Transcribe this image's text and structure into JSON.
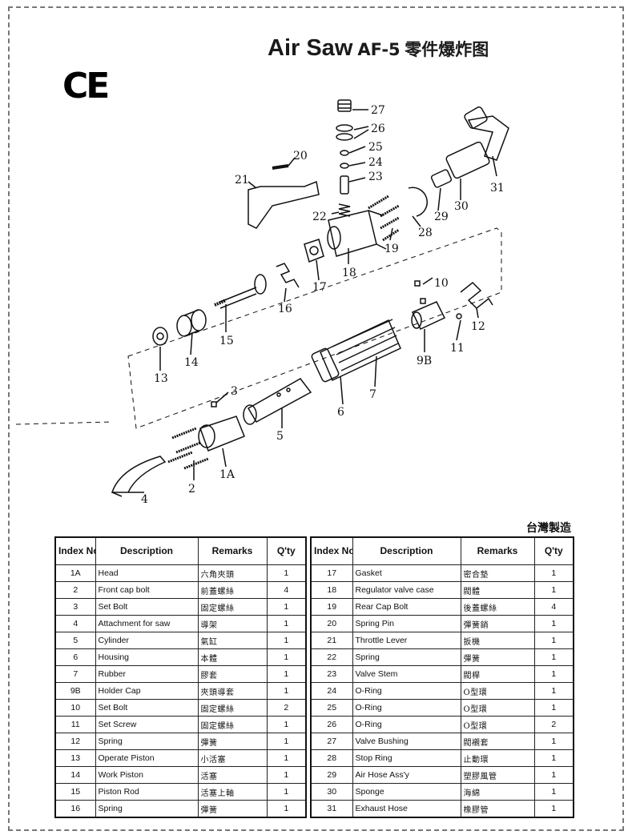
{
  "title": {
    "main": "Air Saw",
    "model": "AF-5",
    "cn": "零件爆炸图"
  },
  "ce_mark": "CE",
  "made_in": "台灣製造",
  "diagram": {
    "labels": [
      "27",
      "26",
      "25",
      "24",
      "23",
      "20",
      "21",
      "22",
      "28",
      "29",
      "30",
      "31",
      "19",
      "18",
      "17",
      "16",
      "15",
      "14",
      "13",
      "10",
      "12",
      "9B",
      "11",
      "7",
      "6",
      "5",
      "3",
      "1A",
      "2",
      "4"
    ]
  },
  "table": {
    "headers": {
      "index": "Index No.",
      "description": "Description",
      "remarks": "Remarks",
      "qty": "Q'ty"
    },
    "left_rows": [
      {
        "index": "1A",
        "description": "Head",
        "remarks": "六角夾頭",
        "qty": "1"
      },
      {
        "index": "2",
        "description": "Front cap bolt",
        "remarks": "前蓋螺絲",
        "qty": "4"
      },
      {
        "index": "3",
        "description": "Set Bolt",
        "remarks": "固定螺絲",
        "qty": "1"
      },
      {
        "index": "4",
        "description": "Attachment for saw",
        "remarks": "導架",
        "qty": "1"
      },
      {
        "index": "5",
        "description": "Cylinder",
        "remarks": "氣缸",
        "qty": "1"
      },
      {
        "index": "6",
        "description": "Housing",
        "remarks": "本體",
        "qty": "1"
      },
      {
        "index": "7",
        "description": "Rubber",
        "remarks": "膠套",
        "qty": "1"
      },
      {
        "index": "9B",
        "description": "Holder Cap",
        "remarks": "夾頭導套",
        "qty": "1"
      },
      {
        "index": "10",
        "description": "Set Bolt",
        "remarks": "固定螺絲",
        "qty": "2"
      },
      {
        "index": "11",
        "description": "Set Screw",
        "remarks": "固定螺絲",
        "qty": "1"
      },
      {
        "index": "12",
        "description": "Spring",
        "remarks": "彈簧",
        "qty": "1"
      },
      {
        "index": "13",
        "description": "Operate Piston",
        "remarks": "小活塞",
        "qty": "1"
      },
      {
        "index": "14",
        "description": "Work Piston",
        "remarks": "活塞",
        "qty": "1"
      },
      {
        "index": "15",
        "description": "Piston Rod",
        "remarks": "活塞上軸",
        "qty": "1"
      },
      {
        "index": "16",
        "description": "Spring",
        "remarks": "彈簧",
        "qty": "1"
      }
    ],
    "right_rows": [
      {
        "index": "17",
        "description": "Gasket",
        "remarks": "密合墊",
        "qty": "1"
      },
      {
        "index": "18",
        "description": "Regulator valve case",
        "remarks": "閥體",
        "qty": "1"
      },
      {
        "index": "19",
        "description": "Rear Cap Bolt",
        "remarks": "後蓋螺絲",
        "qty": "4"
      },
      {
        "index": "20",
        "description": "Spring Pin",
        "remarks": "彈簧銷",
        "qty": "1"
      },
      {
        "index": "21",
        "description": "Throttle Lever",
        "remarks": "扳機",
        "qty": "1"
      },
      {
        "index": "22",
        "description": "Spring",
        "remarks": "彈簧",
        "qty": "1"
      },
      {
        "index": "23",
        "description": "Valve Stem",
        "remarks": "閥桿",
        "qty": "1"
      },
      {
        "index": "24",
        "description": "O-Ring",
        "remarks": "O型環",
        "qty": "1"
      },
      {
        "index": "25",
        "description": "O-Ring",
        "remarks": "O型環",
        "qty": "1"
      },
      {
        "index": "26",
        "description": "O-Ring",
        "remarks": "O型環",
        "qty": "2"
      },
      {
        "index": "27",
        "description": "Valve Bushing",
        "remarks": "閥襯套",
        "qty": "1"
      },
      {
        "index": "28",
        "description": "Stop Ring",
        "remarks": "止動環",
        "qty": "1"
      },
      {
        "index": "29",
        "description": "Air Hose Ass'y",
        "remarks": "塑膠風管",
        "qty": "1"
      },
      {
        "index": "30",
        "description": "Sponge",
        "remarks": "海綿",
        "qty": "1"
      },
      {
        "index": "31",
        "description": "Exhaust Hose",
        "remarks": "橡膠管",
        "qty": "1"
      }
    ]
  }
}
